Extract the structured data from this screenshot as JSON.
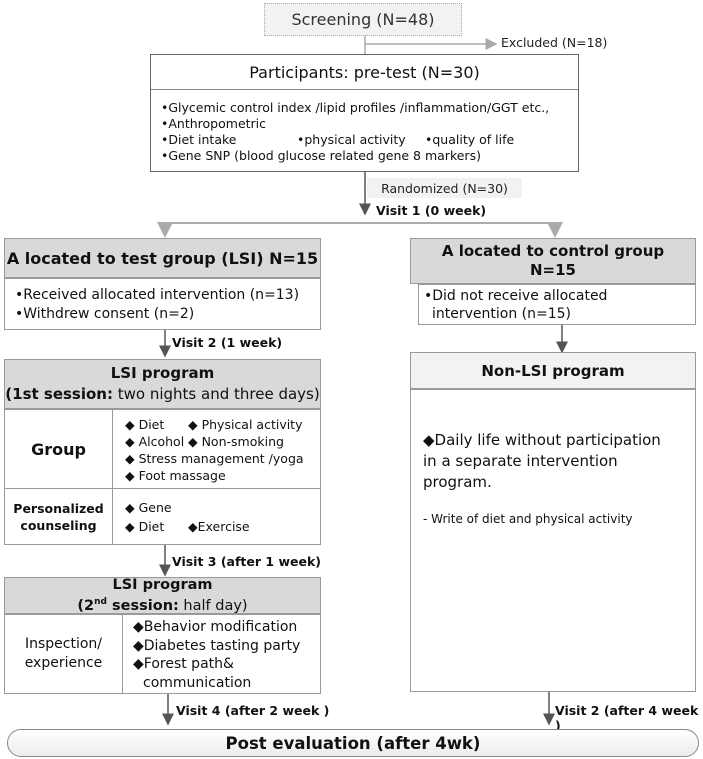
{
  "screening": "Screening (N=48)",
  "excluded": "Excluded  (N=18)",
  "participants": {
    "title": "Participants: pre-test (N=30)",
    "items": [
      "•Glycemic control index /lipid profiles /inflammation/GGT  etc.,",
      "•Anthropometric",
      "•Diet intake",
      "•physical activity",
      "•quality of life",
      "•Gene SNP (blood glucose related gene 8 markers)"
    ]
  },
  "randomized": "Randomized  (N=30)",
  "visit1": "Visit 1 (0 week)",
  "test_group": {
    "title": "A located to test group (LSI) N=15",
    "items": [
      "•Received allocated  intervention (n=13)",
      "•Withdrew consent (n=2)"
    ]
  },
  "control_group": {
    "title_line1": "A located to control group",
    "title_line2": "N=15",
    "item_line1": "•Did not receive allocated",
    "item_line2": "intervention (n=15)"
  },
  "visit2_test": "Visit 2 (1 week)",
  "lsi1": {
    "title": "LSI program",
    "sub_bold": "(1st session:",
    "sub_rest": " two nights and three days)",
    "group_label": "Group",
    "group_items": [
      "◆ Diet",
      "◆ Physical activity",
      "◆ Alcohol",
      "◆ Non-smoking",
      "◆ Stress management /yoga",
      "◆ Foot massage"
    ],
    "personal_label1": "Personalized",
    "personal_label2": "counseling",
    "personal_items": [
      "◆ Gene",
      "◆ Diet",
      "◆Exercise"
    ]
  },
  "non_lsi": {
    "title": "Non-LSI program",
    "desc_line1": "◆Daily life without participation",
    "desc_line2": "in a separate intervention",
    "desc_line3": "program.",
    "note": "- Write of diet and physical activity"
  },
  "visit3": "Visit 3 (after 1 week)",
  "lsi2": {
    "title": "LSI program",
    "sub_pre": "(2",
    "sub_sup": "nd",
    "sub_bold": " session:",
    "sub_rest": " half day)",
    "label1": "Inspection/",
    "label2": "experience",
    "items": [
      "◆Behavior modification",
      "◆Diabetes tasting party",
      "◆Forest path&",
      "communication"
    ]
  },
  "visit4": "Visit 4 (after 2 week )",
  "visit2_control": "Visit 2  (after 4 week )",
  "post": "Post evaluation (after 4wk)"
}
